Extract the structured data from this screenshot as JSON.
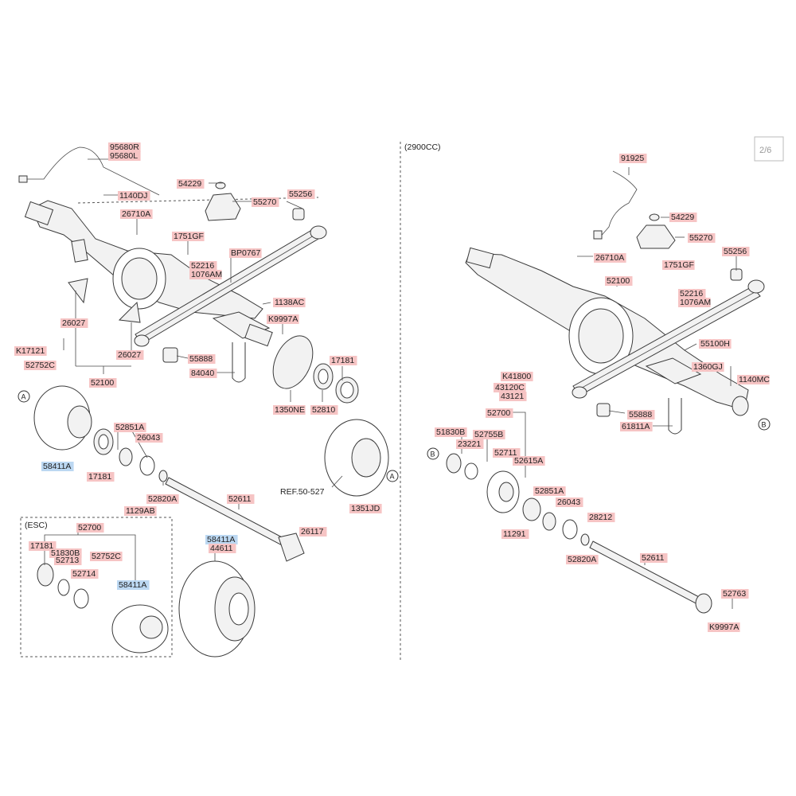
{
  "page_indicator": "2/6",
  "sections": {
    "right_title": "(2900CC)",
    "esc_title": "(ESC)"
  },
  "ref_note": "REF.50-527",
  "markers": {
    "a": "A",
    "b": "B"
  },
  "labels": {
    "95680R": "95680R",
    "95680L": "95680L",
    "54229": "54229",
    "55270": "55270",
    "55256": "55256",
    "1140DJ": "1140DJ",
    "26710A": "26710A",
    "1751GF": "1751GF",
    "52216": "52216",
    "1076AM": "1076AM",
    "BP0767": "BP0767",
    "1138AC": "1138AC",
    "K9997A": "K9997A",
    "26027": "26027",
    "K17121": "K17121",
    "55888": "55888",
    "17181": "17181",
    "52752C": "52752C",
    "84040": "84040",
    "52100": "52100",
    "1350NE": "1350NE",
    "52810": "52810",
    "52851A": "52851A",
    "26043": "26043",
    "58411A": "58411A",
    "52820A": "52820A",
    "1129AB": "1129AB",
    "52611": "52611",
    "1351JD": "1351JD",
    "52700": "52700",
    "51830B": "51830B",
    "52713": "52713",
    "52714": "52714",
    "26117": "26117",
    "44611": "44611",
    "91925": "91925",
    "55100H": "55100H",
    "K41800": "K41800",
    "43120C": "43120C",
    "43121": "43121",
    "1360GJ": "1360GJ",
    "1140MC": "1140MC",
    "61811A": "61811A",
    "52755B": "52755B",
    "23221": "23221",
    "52711": "52711",
    "52615A": "52615A",
    "11291": "11291",
    "28212": "28212",
    "52763": "52763"
  }
}
